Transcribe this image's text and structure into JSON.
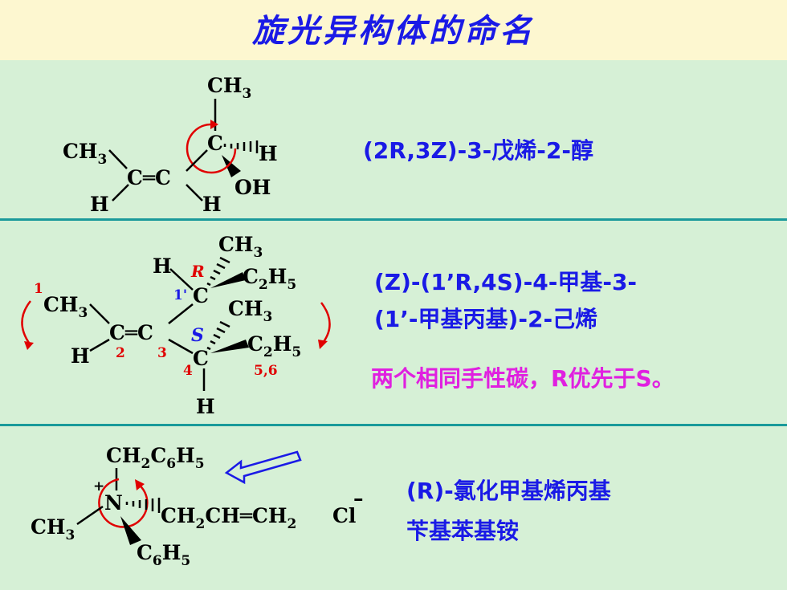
{
  "slide": {
    "title": "旋光异构体的命名"
  },
  "example1": {
    "name": "(2R,3Z)-3-戊烯-2-醇",
    "atoms": {
      "ch3_top": "CH",
      "ch3_left": "CH",
      "c_double": "C═C",
      "c_chiral": "C",
      "h_right": "H",
      "oh": "OH",
      "h_left": "H",
      "h_mid": "H",
      "sub3": "3"
    }
  },
  "example2": {
    "name_line1": "(Z)-(1’R,4S)-4-甲基-3-",
    "name_line2": "(1’-甲基丙基)-2-己烯",
    "note": "两个相同手性碳，R优先于S。",
    "atoms": {
      "h_upper": "H",
      "r_label": "R",
      "ch3_a": "CH",
      "c2h5_a": "C",
      "loc_1p": "1'",
      "c_upper": "C",
      "loc_1": "1",
      "ch3_left": "CH",
      "ch3_b": "CH",
      "s_label": "S",
      "c_double": "C═C",
      "h_left": "H",
      "loc_2": "2",
      "loc_3": "3",
      "c2h5_b": "C",
      "c_lower": "C",
      "loc_4": "4",
      "loc_56": "5,6",
      "h_bottom": "H",
      "sub3": "3",
      "sub2": "2",
      "sub5": "5",
      "h_c2h5": "H"
    }
  },
  "example3": {
    "name_line1": "(R)-氯化甲基烯丙基",
    "name_line2": "苄基苯基铵",
    "atoms": {
      "ch2c6h5_ch": "CH",
      "c6": "C",
      "h5": "H",
      "plus": "+",
      "n": "N",
      "ch3": "CH",
      "chain_ch2": "CH",
      "chain_ch": "CH═CH",
      "cl": "Cl",
      "minus": "–",
      "c6h5": "C",
      "sub2": "2",
      "sub6": "6",
      "sub5": "5",
      "sub3": "3"
    }
  },
  "colors": {
    "title": "#1a1ae6",
    "name": "#1a1ae6",
    "note": "#e020e0",
    "arrow": "#e00000",
    "divider": "#1a9a9a"
  }
}
